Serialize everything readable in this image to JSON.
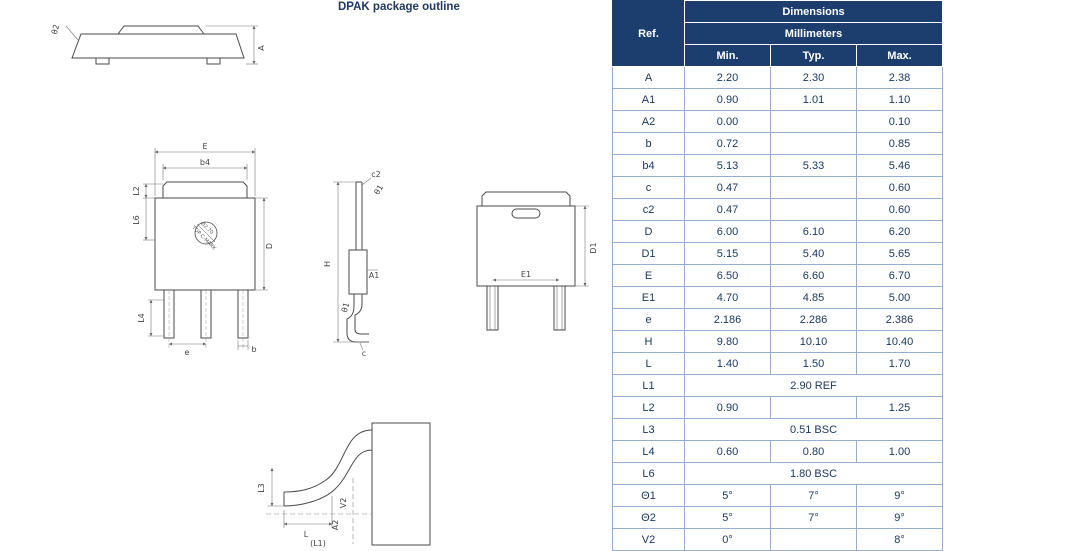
{
  "title": "DPAK package outline",
  "colors": {
    "header_bg": "#1c3e6e",
    "grid_line": "#94aed2",
    "table_text": "#17365d",
    "title_text": "#1f3864",
    "drawing_line": "#4a4a4a"
  },
  "table": {
    "header": {
      "ref": "Ref.",
      "dimensions": "Dimensions",
      "millimeters": "Millimeters",
      "min": "Min.",
      "typ": "Typ.",
      "max": "Max."
    },
    "rows": [
      {
        "ref": "A",
        "min": "2.20",
        "typ": "2.30",
        "max": "2.38"
      },
      {
        "ref": "A1",
        "min": "0.90",
        "typ": "1.01",
        "max": "1.10"
      },
      {
        "ref": "A2",
        "min": "0.00",
        "typ": "",
        "max": "0.10"
      },
      {
        "ref": "b",
        "min": "0.72",
        "typ": "",
        "max": "0.85"
      },
      {
        "ref": "b4",
        "min": "5.13",
        "typ": "5.33",
        "max": "5.46"
      },
      {
        "ref": "c",
        "min": "0.47",
        "typ": "",
        "max": "0.60"
      },
      {
        "ref": "c2",
        "min": "0.47",
        "typ": "",
        "max": "0.60"
      },
      {
        "ref": "D",
        "min": "6.00",
        "typ": "6.10",
        "max": "6.20"
      },
      {
        "ref": "D1",
        "min": "5.15",
        "typ": "5.40",
        "max": "5.65"
      },
      {
        "ref": "E",
        "min": "6.50",
        "typ": "6.60",
        "max": "6.70"
      },
      {
        "ref": "E1",
        "min": "4.70",
        "typ": "4.85",
        "max": "5.00"
      },
      {
        "ref": "e",
        "min": "2.186",
        "typ": "2.286",
        "max": "2.386"
      },
      {
        "ref": "H",
        "min": "9.80",
        "typ": "10.10",
        "max": "10.40"
      },
      {
        "ref": "L",
        "min": "1.40",
        "typ": "1.50",
        "max": "1.70"
      },
      {
        "ref": "L1",
        "span": "2.90 REF"
      },
      {
        "ref": "L2",
        "min": "0.90",
        "typ": "",
        "max": "1.25"
      },
      {
        "ref": "L3",
        "span": "0.51 BSC"
      },
      {
        "ref": "L4",
        "min": "0.60",
        "typ": "0.80",
        "max": "1.00"
      },
      {
        "ref": "L6",
        "span": "1.80 BSC"
      },
      {
        "ref": "Θ1",
        "min": "5°",
        "typ": "7°",
        "max": "9°"
      },
      {
        "ref": "Θ2",
        "min": "5°",
        "typ": "7°",
        "max": "9°"
      },
      {
        "ref": "V2",
        "min": "0°",
        "typ": "",
        "max": "8°"
      }
    ]
  },
  "drawing": {
    "top_view": {
      "theta2": "θ2",
      "a": "A"
    },
    "front_view": {
      "e_dim": "E",
      "b4": "b4",
      "l2": "L2",
      "l6": "L6",
      "d": "D",
      "l4": "L4",
      "e_pitch": "e",
      "b": "b",
      "mark_line1": "Ø2.70",
      "mark_line2": "TOP C-MARK"
    },
    "side_view": {
      "c2": "c2",
      "theta1_top": "θ1",
      "h": "H",
      "a1": "A1",
      "theta1_bottom": "θ1",
      "c": "c"
    },
    "back_view": {
      "e1": "E1",
      "d1": "D1"
    },
    "detail_view": {
      "l3": "L3",
      "l": "L",
      "v2": "V2",
      "a2": "A2",
      "l1": "(L1)"
    }
  }
}
